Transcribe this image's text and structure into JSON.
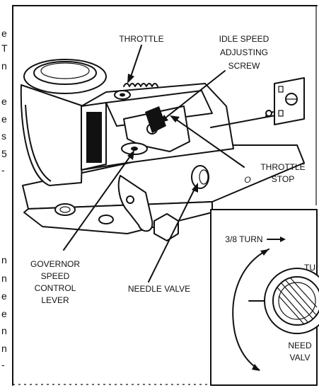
{
  "labels": {
    "throttle": "THROTTLE",
    "idle_speed_1": "IDLE SPEED",
    "idle_speed_2": "ADJUSTING",
    "idle_speed_3": "SCREW",
    "throttle_stop_1": "THROTTLE",
    "throttle_stop_2": "STOP",
    "governor_1": "GOVERNOR",
    "governor_2": "SPEED",
    "governor_3": "CONTROL",
    "governor_4": "LEVER",
    "needle_valve": "NEEDLE VALVE",
    "turn": "3/8 TURN",
    "inset_needle_1": "NEED",
    "inset_needle_2": "VALV",
    "inset_tu": "TU",
    "small_o": "O"
  },
  "edge_text": [
    "e",
    "T",
    "n",
    "e",
    "e",
    "s",
    "5",
    "-",
    "n",
    "n",
    "e",
    "e",
    "n",
    "n",
    "-"
  ]
}
